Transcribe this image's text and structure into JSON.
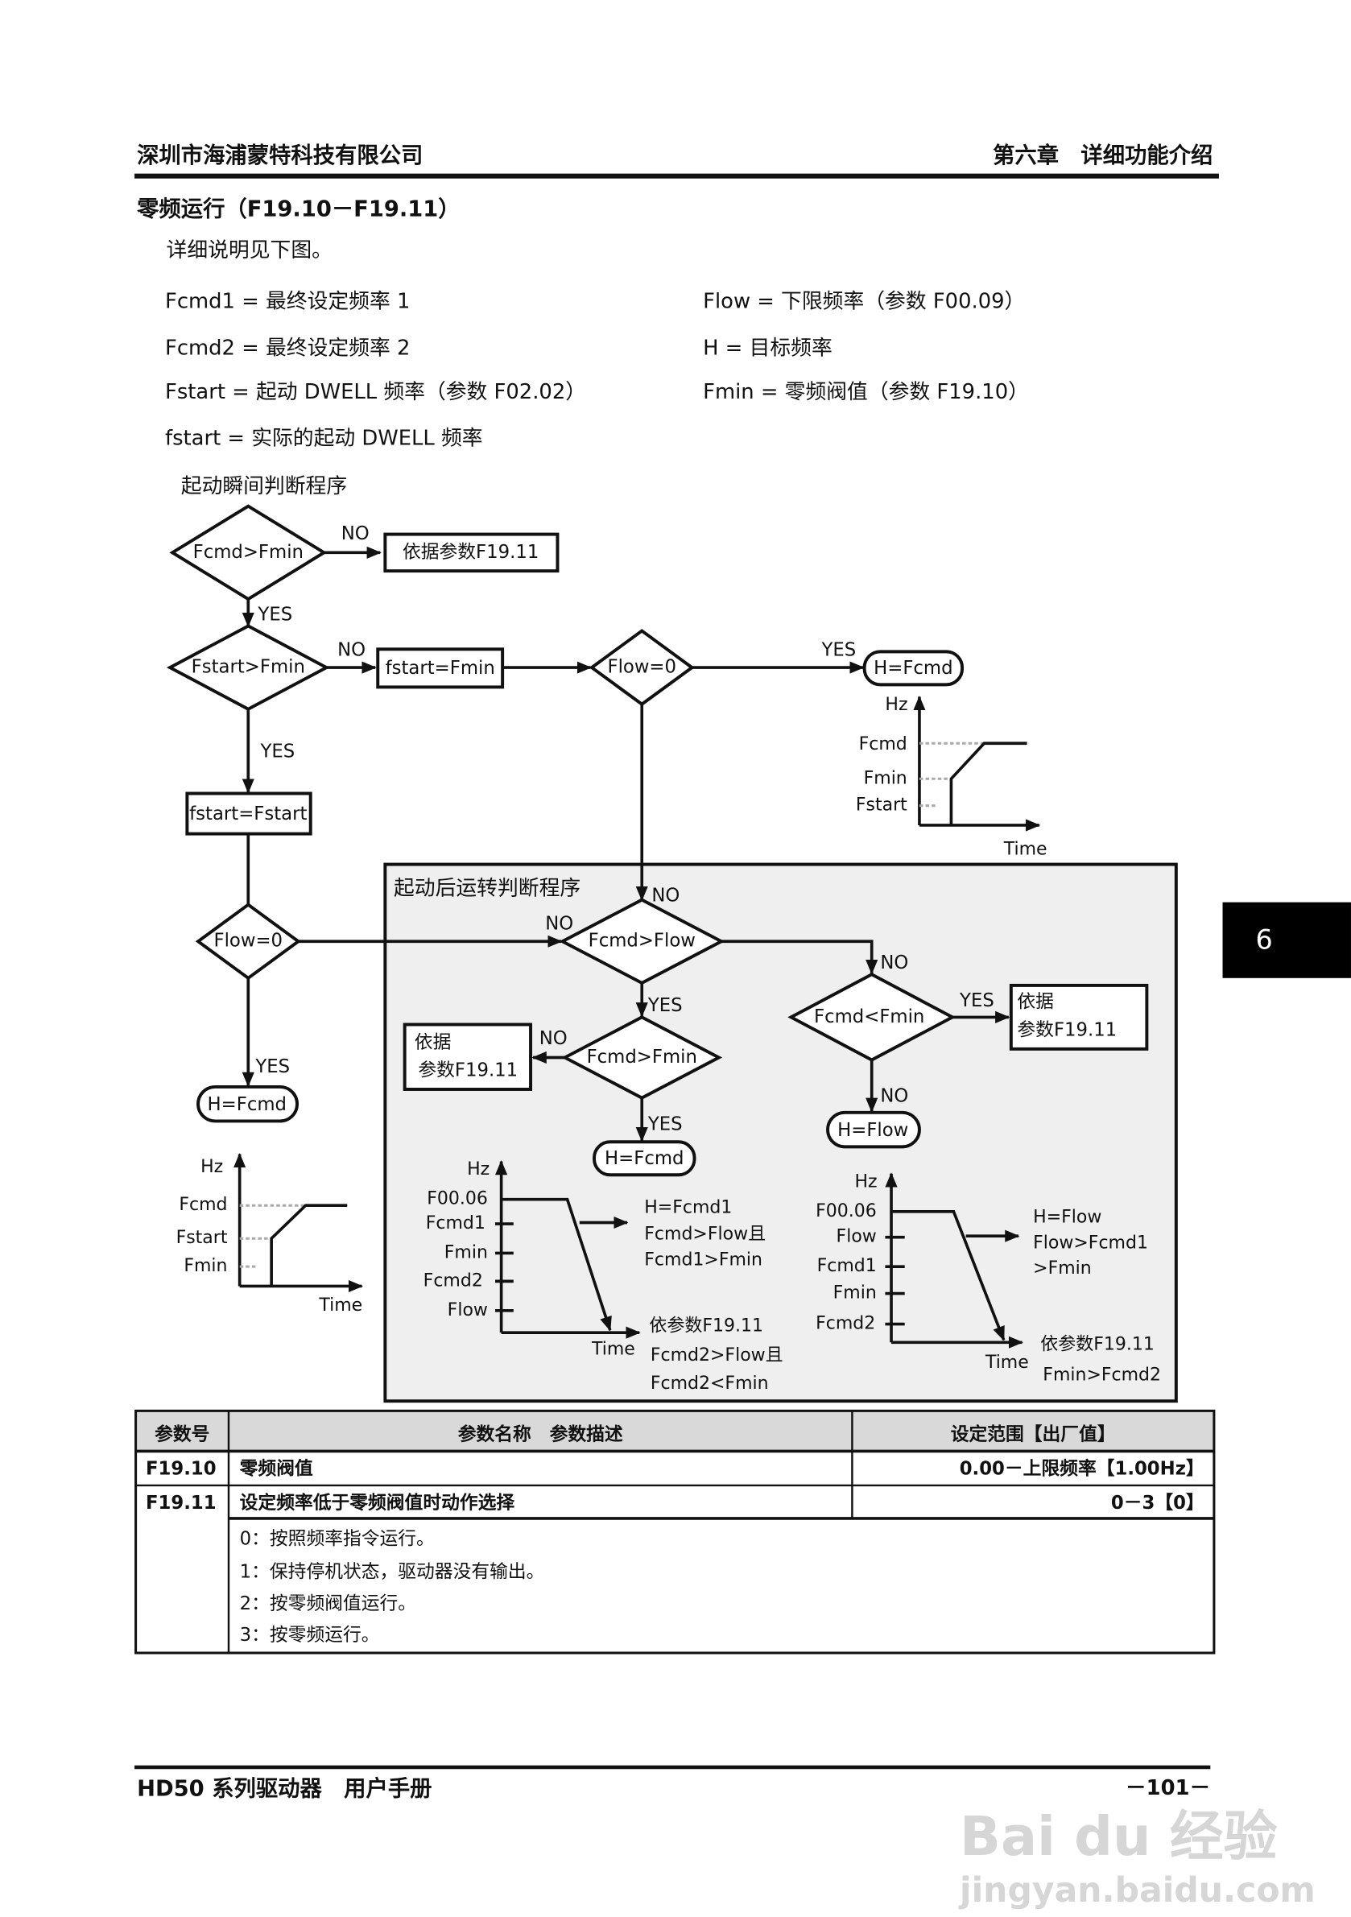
{
  "header": {
    "company": "深圳市海浦蒙特科技有限公司",
    "chapter": "第六章　详细功能介绍"
  },
  "section": {
    "title": "零频运行（F19.10－F19.11）",
    "intro": "详细说明见下图。"
  },
  "definitions": {
    "left": [
      "Fcmd1 =  最终设定频率 1",
      "Fcmd2 =  最终设定频率 2",
      "Fstart =  起动 DWELL 频率（参数 F02.02）",
      "fstart =  实际的起动 DWELL 频率"
    ],
    "right": [
      "Flow =  下限频率（参数 F00.09）",
      "H =  目标频率",
      "Fmin =  零频阀值（参数 F19.10）"
    ]
  },
  "flowchart": {
    "start_title": "起动瞬间判断程序",
    "run_title": "起动后运转判断程序",
    "d_fcmd_fmin": "Fcmd>Fmin",
    "d_fstart_fmin": "Fstart>Fmin",
    "d_flow0": "Flow=0",
    "d_fcmd_flow": "Fcmd>Flow",
    "d_fcmd_lt_fmin": "Fcmd<Fmin",
    "box_f1911": "依据参数F19.11",
    "box_yiju": "依据",
    "box_param": "参数F19.11",
    "box_fstart_fmin": "fstart=Fmin",
    "box_fstart_Fstart": "fstart=Fstart",
    "t_h_fcmd": "H=Fcmd",
    "t_h_flow": "H=Flow",
    "yes": "YES",
    "no": "NO"
  },
  "mini_charts": {
    "hz": "Hz",
    "time": "Time",
    "chart1": {
      "levels": [
        "Fcmd",
        "Fmin",
        "Fstart"
      ]
    },
    "chart2": {
      "levels": [
        "Fcmd",
        "Fstart",
        "Fmin"
      ]
    },
    "chart3": {
      "levels": [
        "F00.06",
        "Fcmd1",
        "Fmin",
        "Fcmd2",
        "Flow"
      ],
      "note_top": [
        "H=Fcmd1",
        "Fcmd>Flow且",
        "Fcmd1>Fmin"
      ],
      "note_bottom": [
        "依参数F19.11",
        "Fcmd2>Flow且",
        "Fcmd2<Fmin"
      ]
    },
    "chart4": {
      "levels": [
        "F00.06",
        "Flow",
        "Fcmd1",
        "Fmin",
        "Fcmd2"
      ],
      "note_top": [
        "H=Flow",
        "Flow>Fcmd1",
        ">Fmin"
      ],
      "note_bottom": [
        "依参数F19.11",
        "Fmin>Fcmd2"
      ]
    }
  },
  "side_tab": "6",
  "table": {
    "headers": [
      "参数号",
      "参数名称　参数描述",
      "设定范围【出厂值】"
    ],
    "rows": [
      {
        "code": "F19.10",
        "name": "零频阀值",
        "range": "0.00－上限频率【1.00Hz】"
      },
      {
        "code": "F19.11",
        "name": "设定频率低于零频阀值时动作选择",
        "range": "0－3【0】"
      }
    ],
    "options": [
      "0：按照频率指令运行。",
      "1：保持停机状态，驱动器没有输出。",
      "2：按零频阀值运行。",
      "3：按零频运行。"
    ]
  },
  "footer": {
    "manual": "HD50 系列驱动器　用户手册",
    "page": "－101－"
  },
  "watermark": {
    "brand": "Bai du 经验",
    "url": "jingyan.baidu.com"
  },
  "colors": {
    "panel": "#efefef",
    "table_header": "#d9d9d9",
    "tab": "#000000"
  }
}
